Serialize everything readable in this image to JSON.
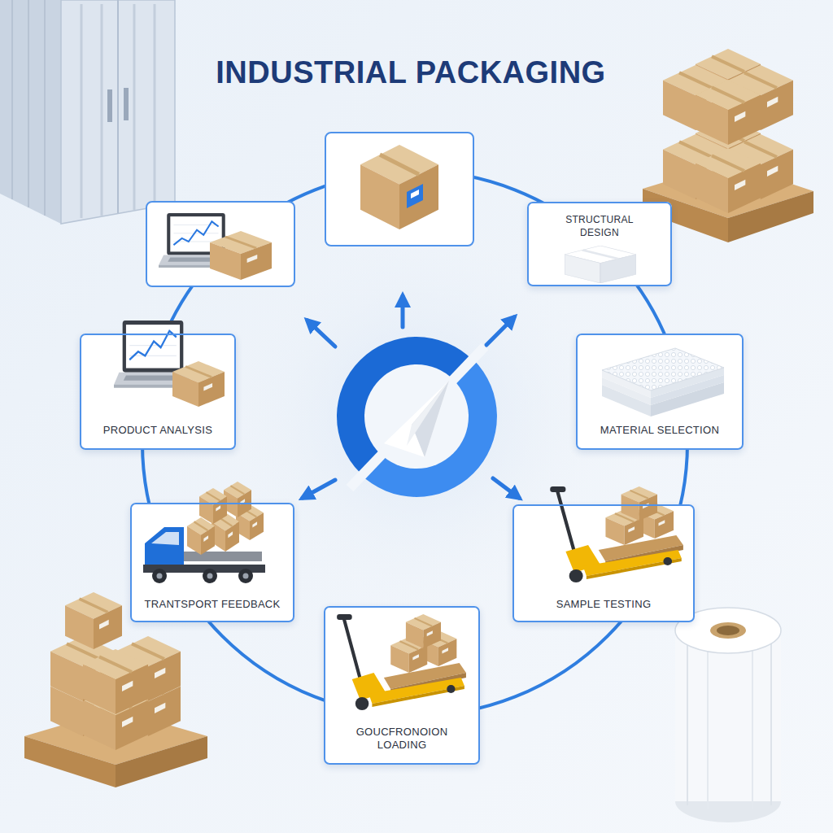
{
  "diagram": {
    "title": "INDUSTRIAL PACKAGING",
    "nodes": [
      {
        "text": [
          "STRUCTURAL DESIGN"
        ]
      },
      {
        "text": [
          "MATERIAL SELECTION"
        ]
      },
      {
        "text": [
          "SAMPLE TESTING"
        ]
      },
      {
        "text": [
          "GOUCFRONOION LOADING"
        ]
      },
      {
        "text": [
          "TRANTSPORT FEEDBACK"
        ]
      },
      {
        "text": [
          "PRODUCT ANALYSIS"
        ]
      }
    ]
  }
}
